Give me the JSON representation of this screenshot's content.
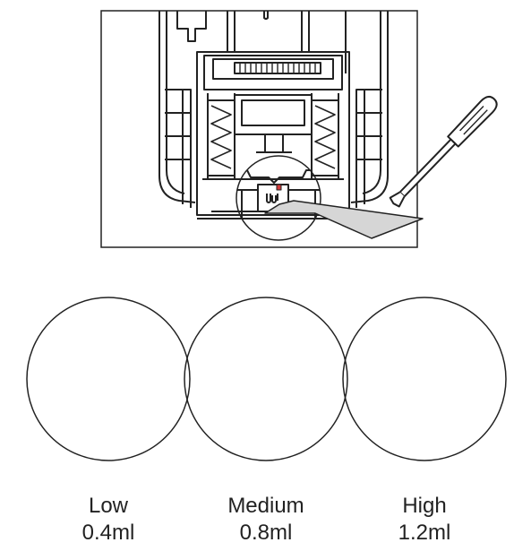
{
  "settings": [
    {
      "name": "Low",
      "volume": "0.4ml",
      "slider_position": "left"
    },
    {
      "name": "Medium",
      "volume": "0.8ml",
      "slider_position": "center"
    },
    {
      "name": "High",
      "volume": "1.2ml",
      "slider_position": "right"
    }
  ],
  "colors": {
    "line": "#222222",
    "panel_fill": "#c8c8c8",
    "arrow_fill": "#d6d6d6",
    "indicator_red": "#d33a3a",
    "background": "#ffffff"
  },
  "icons": [
    "screwdriver-icon",
    "direction-arrow-icon"
  ]
}
